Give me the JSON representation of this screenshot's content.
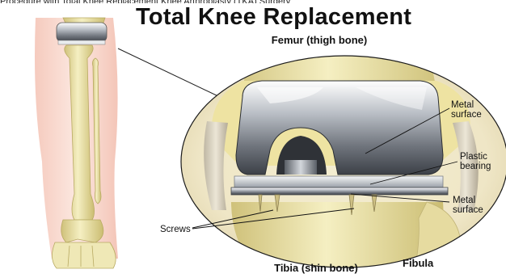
{
  "top_strip_text": "Procedure with Total Knee Replacement Knee Arthroplasty (TKA) Surgery",
  "title": "Total Knee Replacement",
  "labels": {
    "femur": "Femur (thigh bone)",
    "metal_surface_top_line1": "Metal",
    "metal_surface_top_line2": "surface",
    "plastic_bearing_line1": "Plastic",
    "plastic_bearing_line2": "bearing",
    "metal_surface_bottom_line1": "Metal",
    "metal_surface_bottom_line2": "surface",
    "screws": "Screws",
    "tibia": "Tibia (shin bone)",
    "fibula": "Fibula"
  },
  "colors": {
    "bone": "#eee5a4",
    "bone_shadow": "#cfc17a",
    "skin": "#f6c9bd",
    "metal": "#9aa0a8",
    "metal_dark": "#4a4e55",
    "plastic": "#e7ecef",
    "ligament": "#d8d1bf"
  }
}
